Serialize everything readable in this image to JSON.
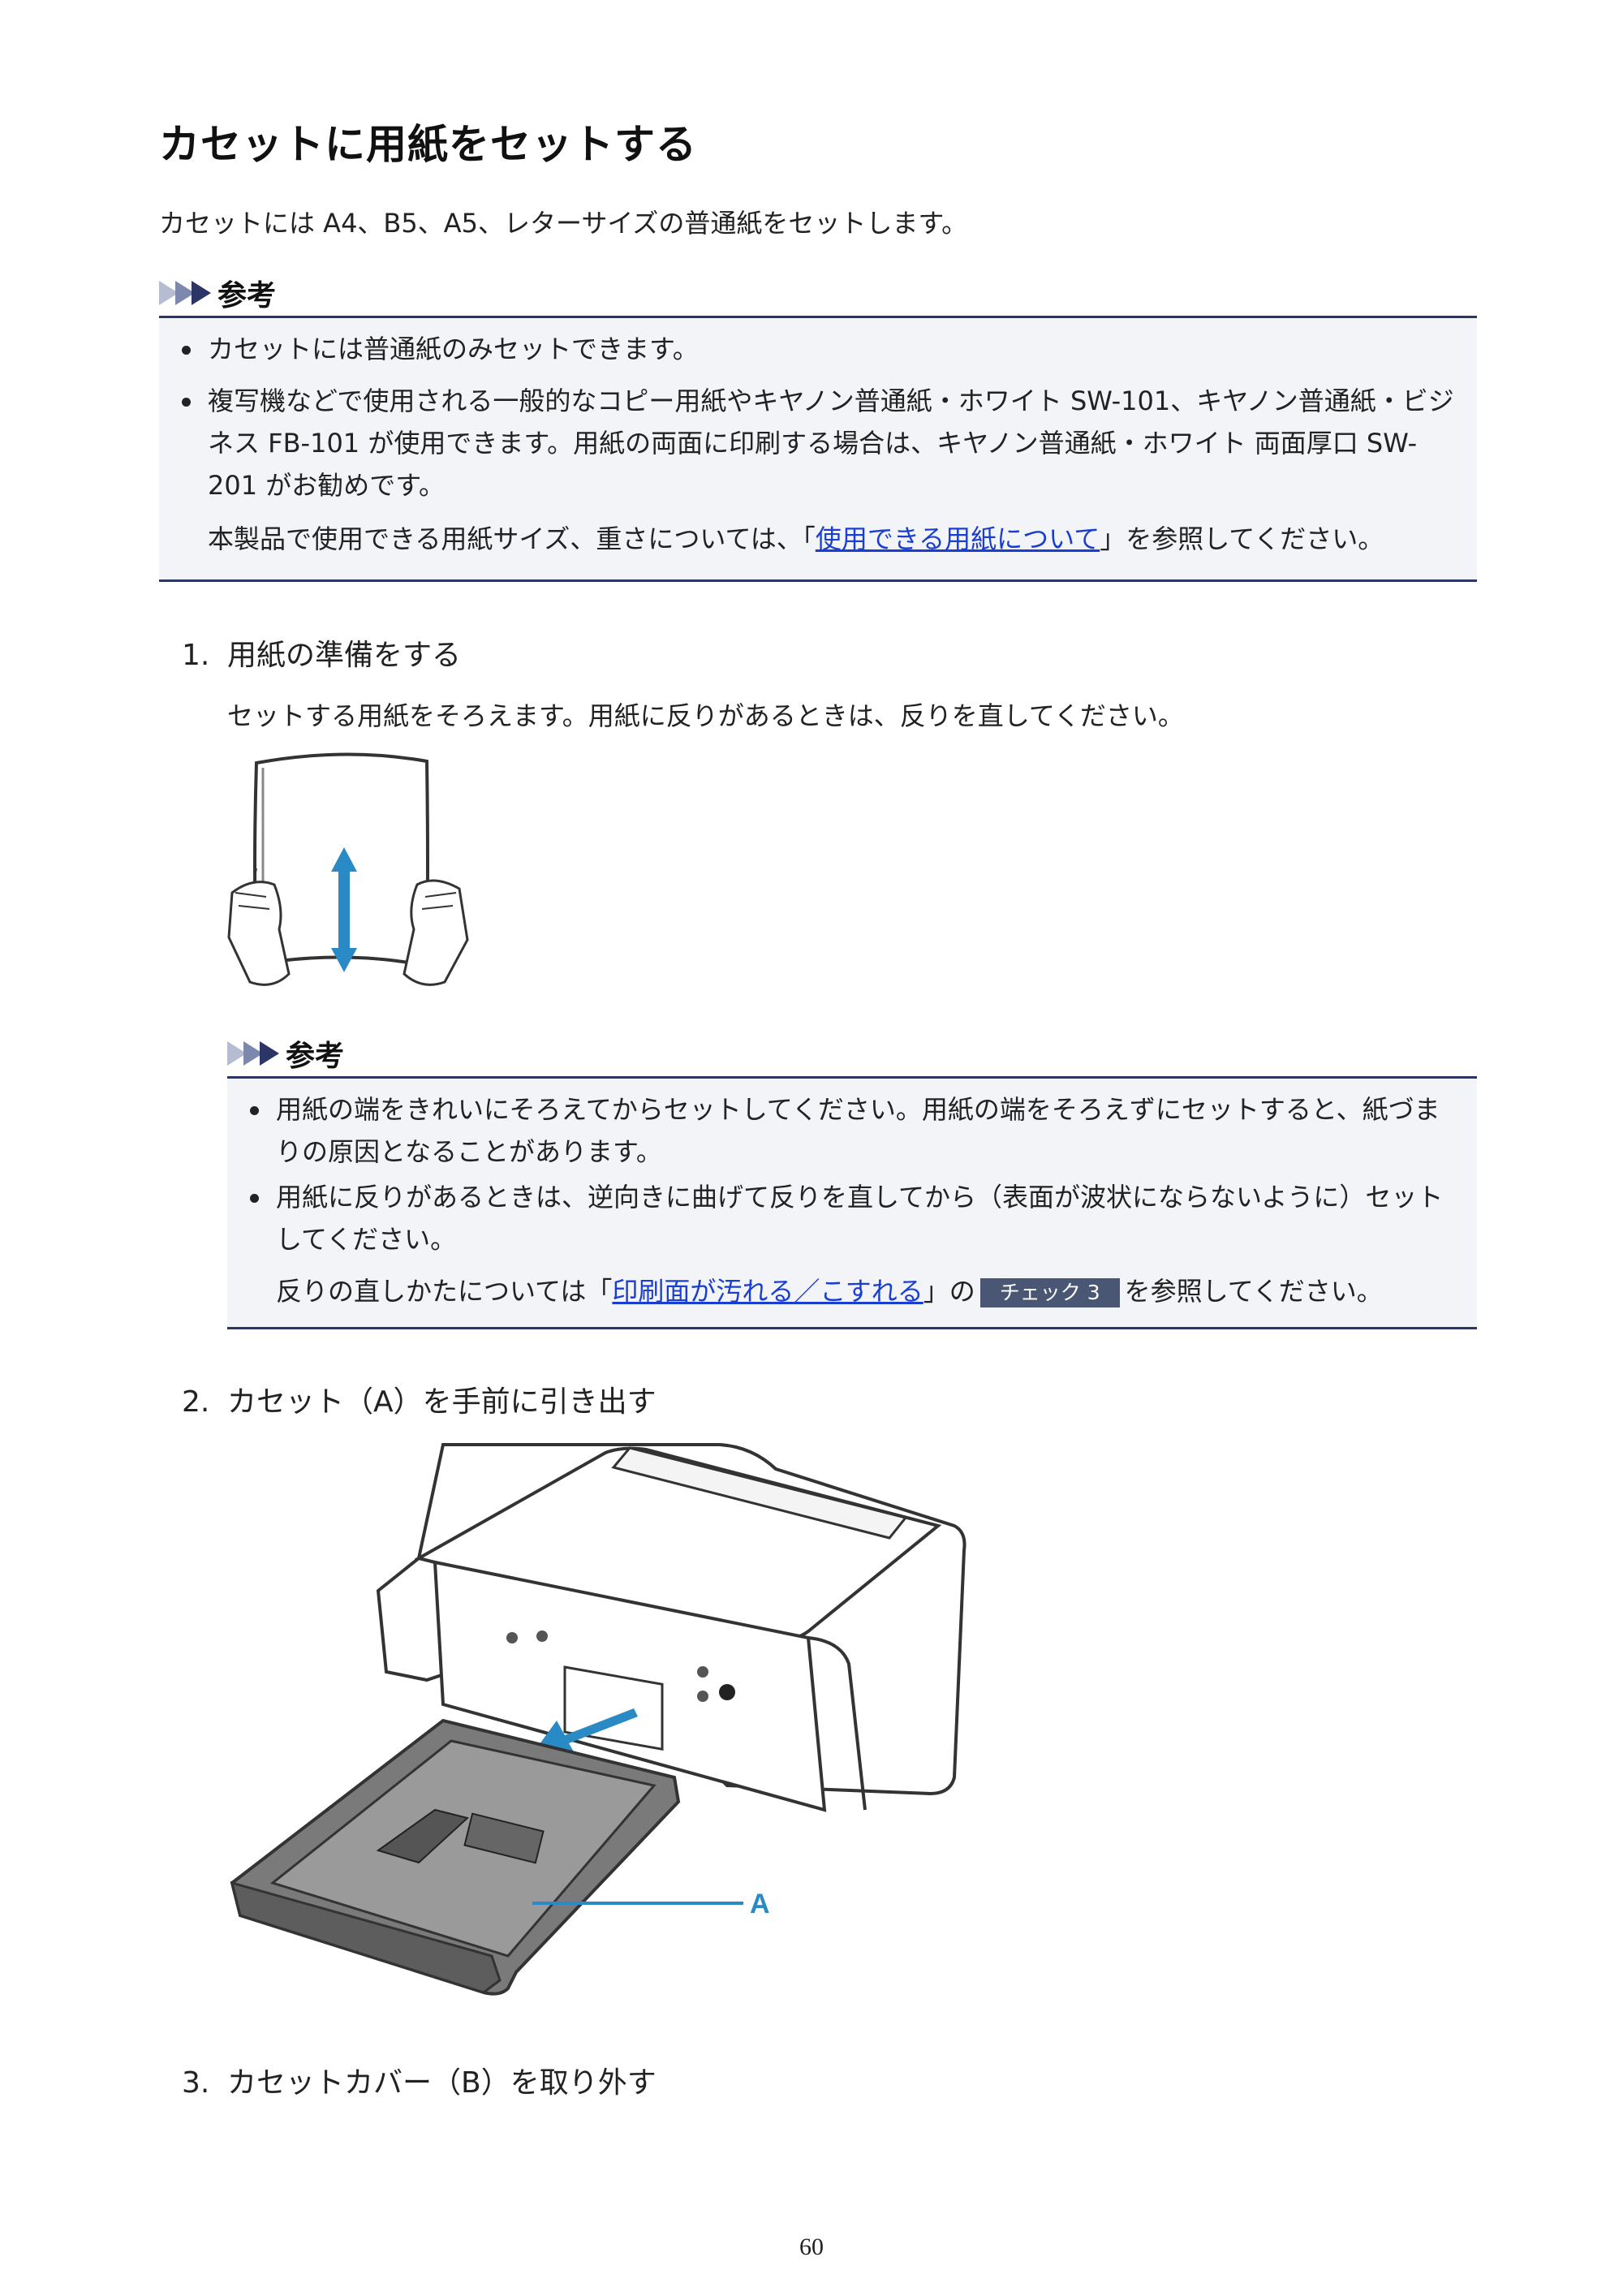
{
  "title": "カセットに用紙をセットする",
  "intro": "カセットには A4、B5、A5、レターサイズの普通紙をセットします。",
  "note1": {
    "heading": "参考",
    "items": [
      "カセットには普通紙のみセットできます。",
      "複写機などで使用される一般的なコピー用紙やキヤノン普通紙・ホワイト SW-101、キヤノン普通紙・ビジネス FB-101 が使用できます。用紙の両面に印刷する場合は、キヤノン普通紙・ホワイト 両面厚口 SW-201 がお勧めです。"
    ],
    "para_before": "本製品で使用できる用紙サイズ、重さについては、「",
    "para_link": "使用できる用紙について",
    "para_after": "」を参照してください。"
  },
  "step1": {
    "num": "1.",
    "title": "用紙の準備をする",
    "desc": "セットする用紙をそろえます。用紙に反りがあるときは、反りを直してください。"
  },
  "note2": {
    "heading": "参考",
    "items": [
      "用紙の端をきれいにそろえてからセットしてください。用紙の端をそろえずにセットすると、紙づまりの原因となることがあります。",
      "用紙に反りがあるときは、逆向きに曲げて反りを直してから（表面が波状にならないように）セットしてください。"
    ],
    "para_before": "反りの直しかたについては「",
    "para_link": "印刷面が汚れる／こすれる",
    "para_mid": "」の",
    "badge": "チェック 3",
    "para_after": "を参照してください。"
  },
  "step2": {
    "num": "2.",
    "title": "カセット（A）を手前に引き出す",
    "callout": "A"
  },
  "step3": {
    "num": "3.",
    "title": "カセットカバー（B）を取り外す"
  },
  "page_number": "60",
  "colors": {
    "accent": "#2b3566",
    "link": "#1a3fd0",
    "callout": "#2a8ac6"
  }
}
